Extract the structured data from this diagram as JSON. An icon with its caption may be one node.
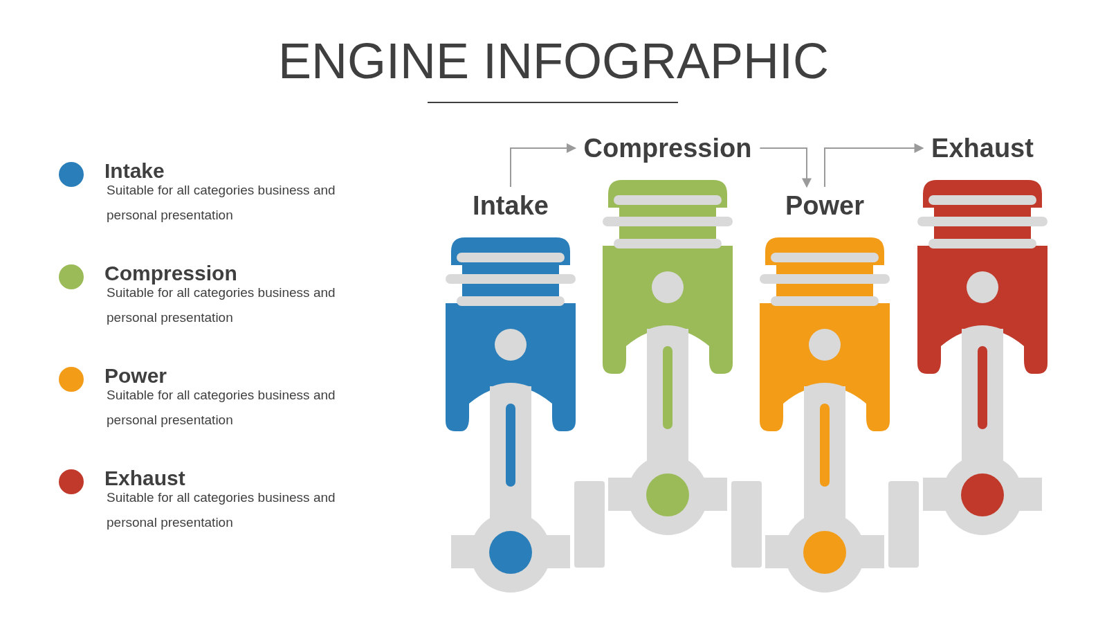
{
  "diagram": {
    "title": "ENGINE INFOGRAPHIC",
    "nodes": [
      {
        "text": [
          "Intake"
        ]
      },
      {
        "text": [
          "Compression"
        ]
      },
      {
        "text": [
          "Power"
        ]
      },
      {
        "text": [
          "Exhaust"
        ]
      }
    ],
    "edges": [
      {
        "from": 0,
        "to": 1,
        "arrow": "to"
      },
      {
        "from": 1,
        "to": 2,
        "arrow": "to"
      },
      {
        "from": 2,
        "to": 3,
        "arrow": "to"
      }
    ],
    "labels": [
      "Suitable for all categories business and personal presentation",
      "Suitable for all categories business and personal presentation",
      "Suitable for all categories business and personal presentation",
      "Suitable for all categories business and personal presentation"
    ],
    "legend": [
      {
        "text": "Intake",
        "color": "#2a7fba"
      },
      {
        "text": "Compression",
        "color": "#9bbb59"
      },
      {
        "text": "Power",
        "color": "#f39c17"
      },
      {
        "text": "Exhaust",
        "color": "#c0392b"
      }
    ]
  }
}
